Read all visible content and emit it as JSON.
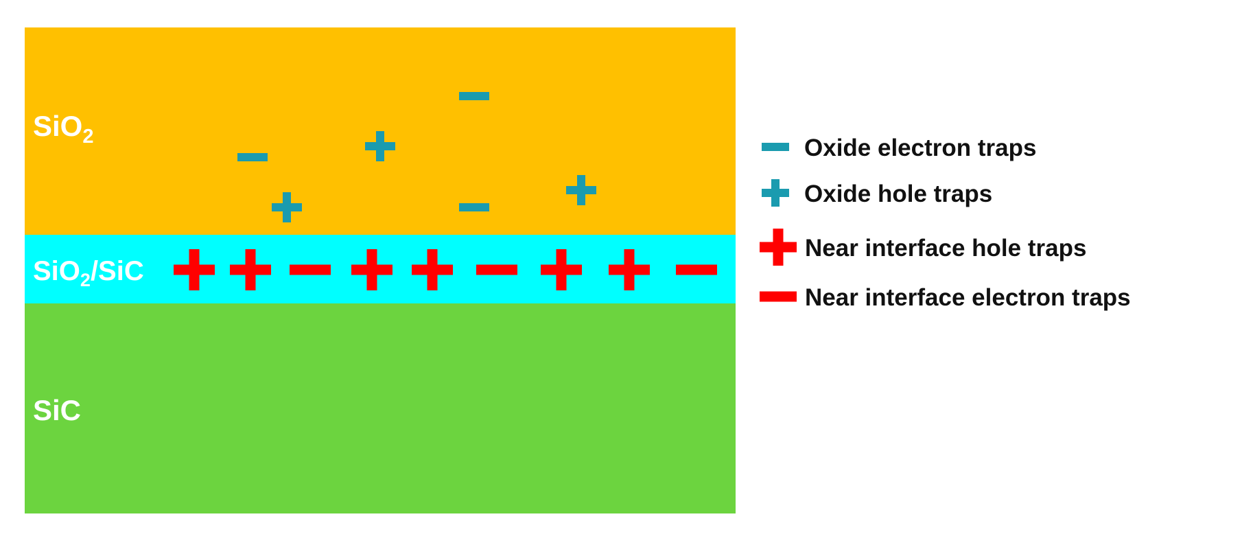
{
  "colors": {
    "oxide": "#FFC000",
    "interface": "#00FFFF",
    "substrate": "#6CD43F",
    "oxide_trap": "#1A9BAF",
    "interface_trap": "#FF0000",
    "label": "#FFFFFF",
    "legend_text": "#111111"
  },
  "layers": {
    "oxide": {
      "label_main": "SiO",
      "label_sub": "2"
    },
    "interface": {
      "label_main": "SiO",
      "label_sub": "2",
      "label_rest": "/SiC"
    },
    "substrate": {
      "label": "SiC"
    }
  },
  "oxide_traps": [
    {
      "sign": "minus",
      "icon": "minus-icon"
    },
    {
      "sign": "plus",
      "icon": "plus-icon"
    },
    {
      "sign": "minus",
      "icon": "minus-icon"
    },
    {
      "sign": "plus",
      "icon": "plus-icon"
    },
    {
      "sign": "minus",
      "icon": "minus-icon"
    },
    {
      "sign": "plus",
      "icon": "plus-icon"
    }
  ],
  "interface_traps": [
    "plus",
    "plus",
    "minus",
    "plus",
    "plus",
    "minus",
    "plus",
    "plus",
    "minus"
  ],
  "legend": [
    {
      "label": "Oxide electron traps",
      "sign": "minus",
      "kind": "oxide",
      "icon": "minus-icon"
    },
    {
      "label": "Oxide hole traps",
      "sign": "plus",
      "kind": "oxide",
      "icon": "plus-icon"
    },
    {
      "label": "Near interface hole traps",
      "sign": "plus",
      "kind": "interface",
      "icon": "plus-icon"
    },
    {
      "label": "Near interface electron traps",
      "sign": "minus",
      "kind": "interface",
      "icon": "minus-icon"
    }
  ]
}
